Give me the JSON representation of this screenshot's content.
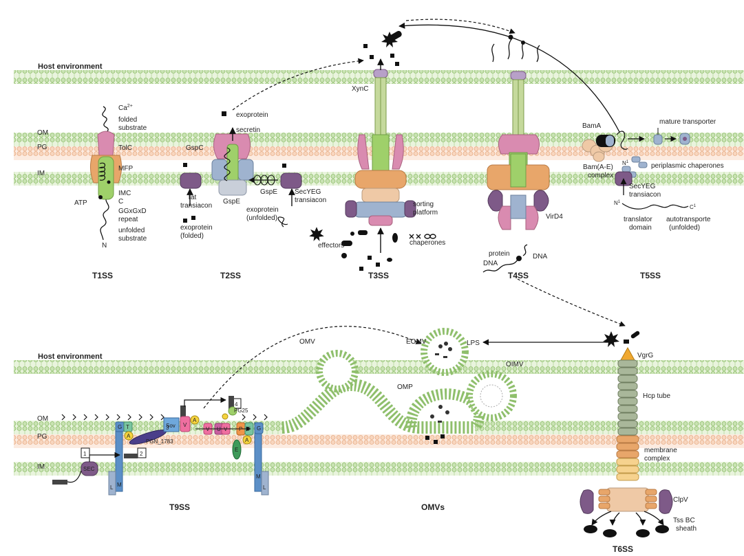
{
  "colors": {
    "membrane_green": "#c9e2b3",
    "membrane_stroke": "#8fbf6c",
    "pg_orange": "#f8d6bf",
    "pg_stroke": "#e8ad86",
    "pink": "#d98bb0",
    "green": "#9fd06a",
    "orange": "#e8a66a",
    "blue": "#9fb3cf",
    "purple": "#7e5a88",
    "tan": "#efc9a6",
    "grey": "#c9cfd9",
    "black": "#111111"
  },
  "top_panel": {
    "host_environment": "Host environment",
    "layers": {
      "om": "OM",
      "pg": "PG",
      "im": "IM"
    },
    "t1ss": {
      "title": "T1SS",
      "labels": {
        "ca": "Ca",
        "ca_sup": "2+",
        "folded1": "folded",
        "folded2": "substrate",
        "tolc": "TolC",
        "mfp": "MFP",
        "imc": "IMC",
        "c": "C",
        "atp": "ATP",
        "repeat1": "GGxGxD",
        "repeat2": "repeat",
        "unfolded1": "unfolded",
        "unfolded2": "substrate",
        "n": "N"
      }
    },
    "t2ss": {
      "title": "T2SS",
      "labels": {
        "exoprotein": "exoprotein",
        "secretin": "secretin",
        "gspc": "GspC",
        "gspe_left": "GspE",
        "gspe_right": "GspE",
        "tat1": "Tat",
        "tat2": "transiacon",
        "secyeg1": "SecYEG",
        "secyeg2": "transiacon",
        "exo_folded1": "exoprotein",
        "exo_folded2": "(folded)",
        "exo_unfolded1": "exoprotein",
        "exo_unfolded2": "(unfolded)"
      }
    },
    "t3ss": {
      "title": "T3SS",
      "labels": {
        "xync": "XynC",
        "sorting1": "sorting",
        "sorting2": "platform",
        "effectors": "effectors",
        "chaperones": "chaperones"
      }
    },
    "t4ss": {
      "title": "T4SS",
      "labels": {
        "virdd": "VirD4",
        "protein": "protein",
        "dna_left": "DNA",
        "dna_right": "DNA"
      }
    },
    "t5ss": {
      "title": "T5SS",
      "labels": {
        "bama": "BamA",
        "bam_complex1": "Bam(A-E)",
        "bam_complex2": "complex",
        "mature": "mature transporter",
        "periplasmic": "periplasmic chaperones",
        "n_top": "N",
        "n_sup": "1",
        "secyeg1": "SecYEG",
        "secyeg2": "transiacon",
        "n_bottom": "N",
        "c_bottom": "C",
        "translator1": "translator",
        "translator2": "domain",
        "autotransporter1": "autotransporte",
        "autotransporter2": "(unfolded)"
      }
    }
  },
  "bottom_panel": {
    "host_environment": "Host environment",
    "layers": {
      "om": "OM",
      "pg": "PG",
      "im": "IM"
    },
    "t9ss": {
      "title": "T9SS",
      "boxes": [
        "1",
        "2",
        "3",
        "4"
      ],
      "labels": {
        "sec": "SEC",
        "sov": "Sov",
        "pgn": "PGN_1783",
        "pg25": "PG25",
        "g": "G",
        "t": "T",
        "v": "V",
        "a": "A",
        "u": "U",
        "e": "E",
        "p": "P",
        "m": "M",
        "l": "L"
      }
    },
    "omvs": {
      "title": "OMVs",
      "labels": {
        "omv": "OMV",
        "eomv": "EOMV",
        "omp": "OMP",
        "oimv": "OIMV",
        "lps": "LPS"
      }
    },
    "t6ss": {
      "title": "T6SS",
      "labels": {
        "vgrg": "VgrG",
        "hcp": "Hcp tube",
        "membrane1": "membrane",
        "membrane2": "complex",
        "clpv": "ClpV",
        "sheath1": "Tss BC",
        "sheath2": "sheath"
      }
    }
  }
}
